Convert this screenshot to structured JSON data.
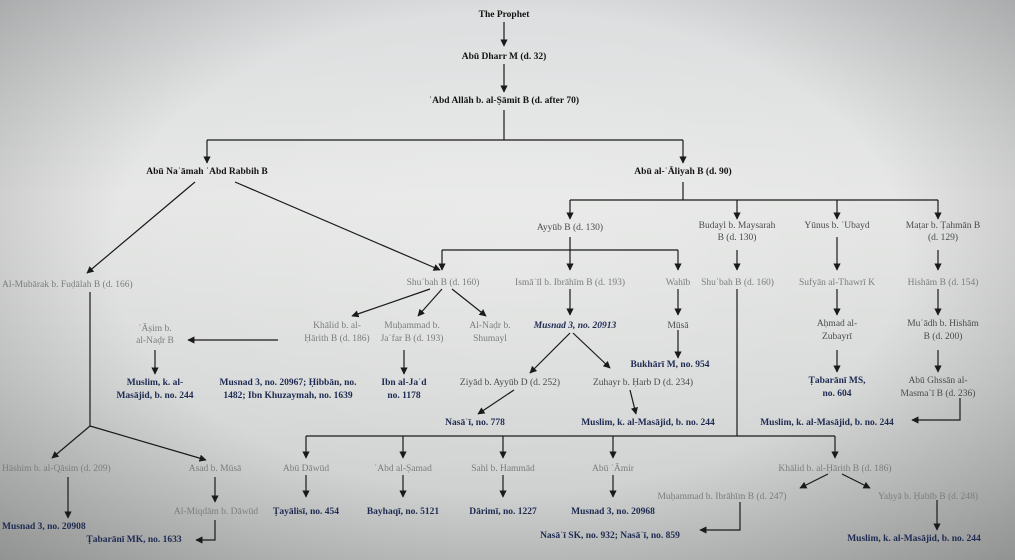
{
  "nodes": {
    "prophet": "The Prophet",
    "abu_dharr": "Abū Dharr M (d. 32)",
    "abd_allah": "ʿAbd Allāh b. al-Ṣāmit B (d. after 70)",
    "abu_naamah": "Abū Naʿāmah ʿAbd Rabbih B",
    "abu_al_aliyah": "Abū al-ʿĀliyah B (d. 90)",
    "ayyub": "Ayyūb B (d. 130)",
    "budayl_1": "Budayl b. Maysarah",
    "budayl_2": "B (d. 130)",
    "yunus": "Yūnus b. ʿUbayd",
    "matar_1": "Maṭar b. Ṭahmān B",
    "matar_2": "(d. 129)",
    "mubarak": "Al-Mubārak b. Fuḍālah B (d. 166)",
    "shubah_left": "Shuʿbah B (d. 160)",
    "ismail": "Ismāʿīl b. Ibrāhīm B (d. 193)",
    "wahib": "Wahīb",
    "shubah_right": "Shuʿbah B (d. 160)",
    "sufyan": "Sufyān al-Thawrī K",
    "hisham": "Hishām B (d. 154)",
    "asim_1": "ʿĀṣim b.",
    "asim_2": "al-Naḍr B",
    "khalid_1a": "Khālid b. al-",
    "khalid_1b": "Ḥārith B (d. 186)",
    "muhammad_jafar_1": "Muḥammad b.",
    "muhammad_jafar_2": "Jaʿfar B (d. 193)",
    "nadr_1": "Al-Naḍr b.",
    "nadr_2": "Shumayl",
    "musnad_20913": "Musnad 3, no. 20913",
    "musa": "Mūsā",
    "ahmad_1": "Aḥmad al-",
    "ahmad_2": "Zubayrī",
    "muadh_1": "Muʿādh b. Hishām",
    "muadh_2": "B (d. 200)",
    "bukhari": "Bukhārī M, no. 954",
    "muslim_244_a1": "Muslim, k. al-",
    "muslim_244_a2": "Masājid, b. no. 244",
    "musnad_20967_1": "Musnad 3, no. 20967; Ḥibbān, no.",
    "musnad_20967_2": "1482; Ibn Khuzaymah, no. 1639",
    "ibn_jad_1": "Ibn al-Jaʿd",
    "ibn_jad_2": "no. 1178",
    "ziyad": "Ziyād b. Ayyūb D (d. 252)",
    "zuhayr": "Zuhayr b. Ḥarb D (d. 234)",
    "tabarani_ms_1": "Ṭabarānī MS,",
    "tabarani_ms_2": "no. 604",
    "abu_ghassan_1": "Abū Ghssān al-",
    "abu_ghassan_2": "Masmaʿī B (d. 236)",
    "nasai_778": "Nasāʾī, no. 778",
    "muslim_244_b": "Muslim, k. al-Masājid, b. no. 244",
    "muslim_244_c": "Muslim, k. al-Masājid, b. no. 244",
    "hisham_qasim": "Hāshim b. al-Qāsim (d. 209)",
    "asad": "Asad b. Mūsā",
    "abu_dawud": "Abū Dāwūd",
    "abd_samad": "ʿAbd al-Ṣamad",
    "sahl": "Sahl b. Hammād",
    "abu_amir": "Abū ʿĀmir",
    "khalid_2": "Khālid b. al-Ḥārith B (d. 186)",
    "muhammad_ibrahim": "Muḥammad b. Ibrāhīm B (d. 247)",
    "yahya": "Yaḥyā b. Ḥabīb B (d. 248)",
    "miqdam": "Al-Miqdām b. Dāwūd",
    "tayalisi": "Ṭayālisī, no. 454",
    "bayhaqi": "Bayhaqī, no. 5121",
    "darimi": "Dārimī, no. 1227",
    "musnad_20968": "Musnad 3, no. 20968",
    "musnad_20908": "Musnad 3, no. 20908",
    "tabarani_mk": "Ṭabarānī MK, no. 1633",
    "nasai_sk": "Nasāʾī SK, no. 932; Nasāʾī, no. 859",
    "muslim_244_d": "Muslim, k. al-Masājid, b. no. 244"
  },
  "colors": {
    "ink": "#141414",
    "faded": "#7b7c7d",
    "blue": "#1e2a52",
    "line": "#1a1a1a"
  }
}
